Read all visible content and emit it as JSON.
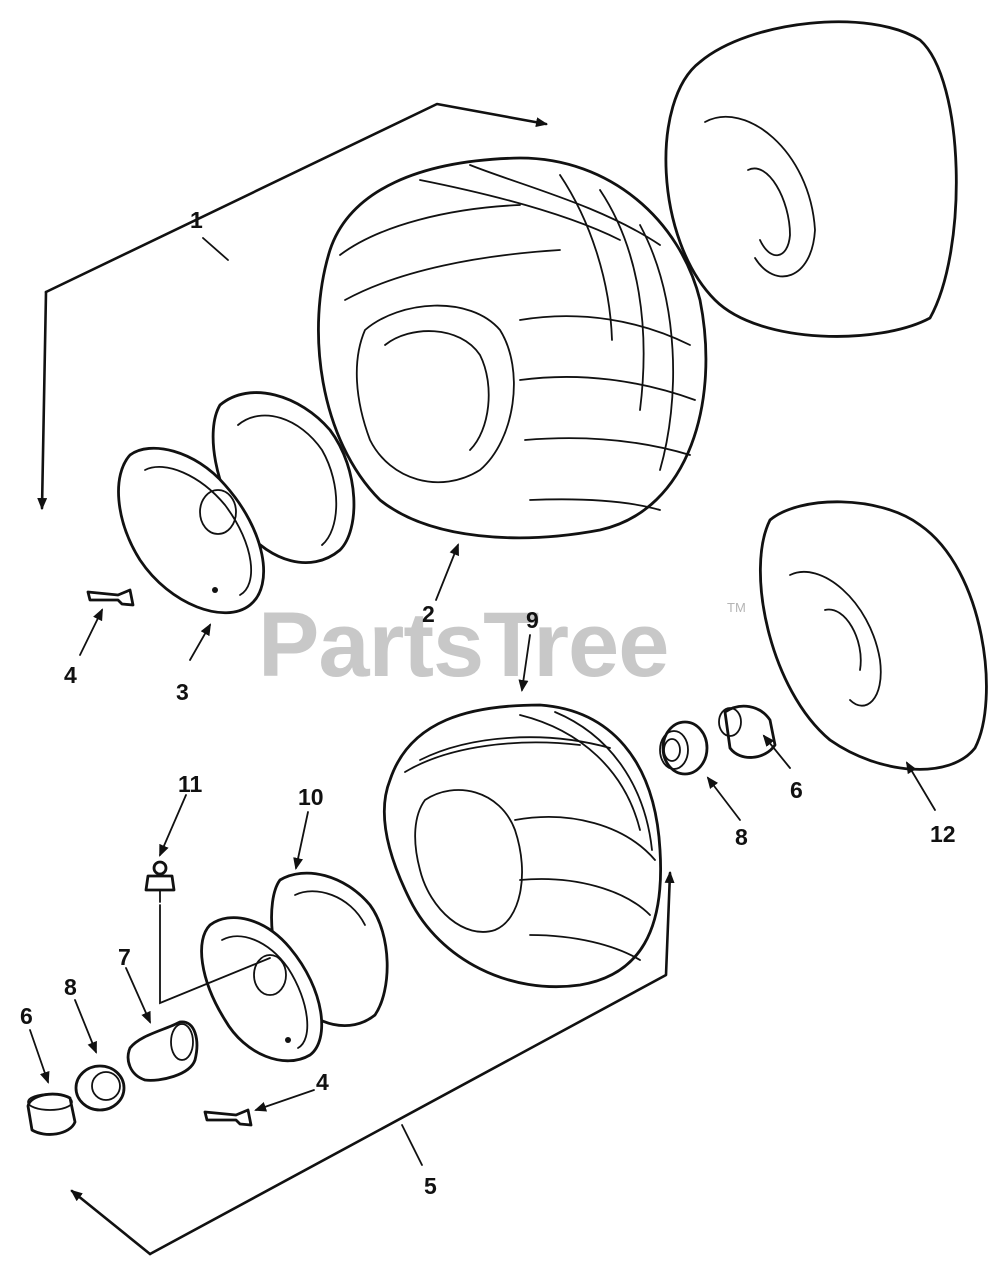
{
  "watermark": {
    "text": "PartsTree",
    "trademark": "TM"
  },
  "callouts": {
    "c1": "1",
    "c2": "2",
    "c3": "3",
    "c4a": "4",
    "c4b": "4",
    "c5": "5",
    "c6a": "6",
    "c6b": "6",
    "c7": "7",
    "c8a": "8",
    "c8b": "8",
    "c9": "9",
    "c10": "10",
    "c11": "11",
    "c12": "12"
  },
  "colors": {
    "ink": "#111111",
    "watermark": "#c8c8c8",
    "background": "#ffffff"
  }
}
